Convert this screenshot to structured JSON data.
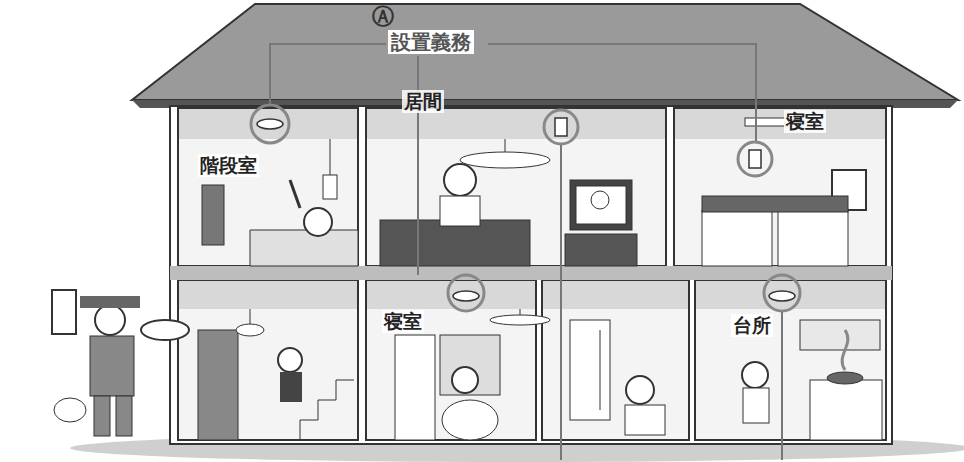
{
  "diagram": {
    "nodes": [
      {
        "text": [
          "階段室"
        ]
      },
      {
        "text": [
          "居間"
        ]
      },
      {
        "text": [
          "寝室"
        ]
      },
      {
        "text": [
          "寝室"
        ]
      },
      {
        "text": [
          "台所"
        ]
      }
    ],
    "labels": [
      "Ⓐ",
      "設置義務"
    ]
  }
}
